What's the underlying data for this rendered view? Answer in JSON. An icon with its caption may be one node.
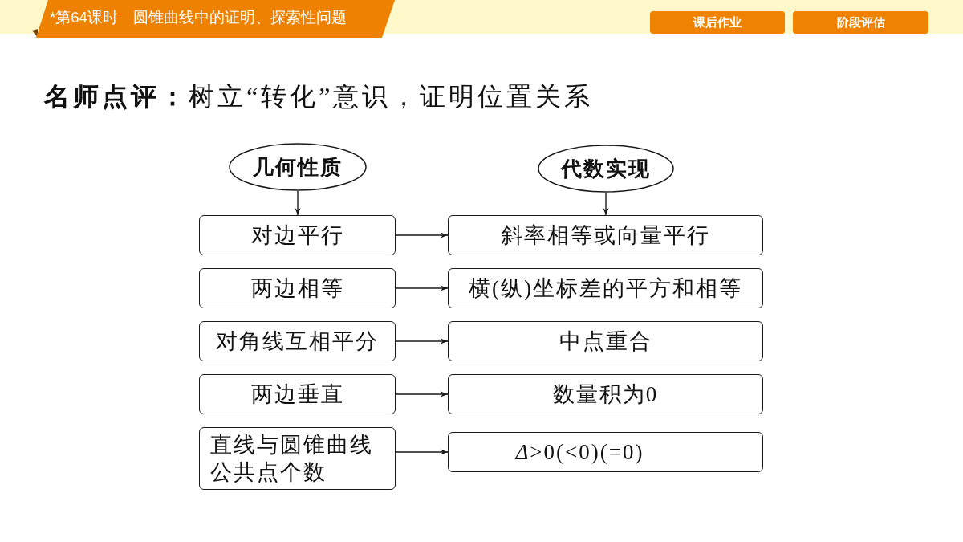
{
  "diagram": {
    "title": "**名师点评：**树立“转化”意识，证明位置关系",
    "nodes": [
      {
        "text": [
          "几何性质"
        ]
      },
      {
        "text": [
          "代数实现"
        ]
      },
      {
        "text": [
          "对边平行"
        ]
      },
      {
        "text": [
          "斜率相等或向量平行"
        ]
      },
      {
        "text": [
          "两边相等"
        ]
      },
      {
        "text": [
          "横(纵)坐标差的平方和相等"
        ]
      },
      {
        "text": [
          "对角线互相平分"
        ]
      },
      {
        "text": [
          "中点重合"
        ]
      },
      {
        "text": [
          "两边垂直"
        ]
      },
      {
        "text": [
          "数量积为0"
        ]
      },
      {
        "text": [
          "直线与圆锥曲线公共点个数"
        ]
      },
      {
        "text": [
          "*Δ*>0(<0)(=0)"
        ]
      }
    ],
    "edges": [
      {
        "from": 0,
        "to": 2,
        "arrow": "to"
      },
      {
        "from": 1,
        "to": 3,
        "arrow": "to"
      },
      {
        "from": 2,
        "to": 3,
        "arrow": "to"
      },
      {
        "from": 4,
        "to": 5,
        "arrow": "to"
      },
      {
        "from": 6,
        "to": 7,
        "arrow": "to"
      },
      {
        "from": 8,
        "to": 9,
        "arrow": "to"
      },
      {
        "from": 10,
        "to": 11,
        "arrow": "to"
      }
    ],
    "labels": [
      "*第64课时　圆锥曲线中的证明、探索性问题",
      "课后作业",
      "阶段评估"
    ]
  }
}
